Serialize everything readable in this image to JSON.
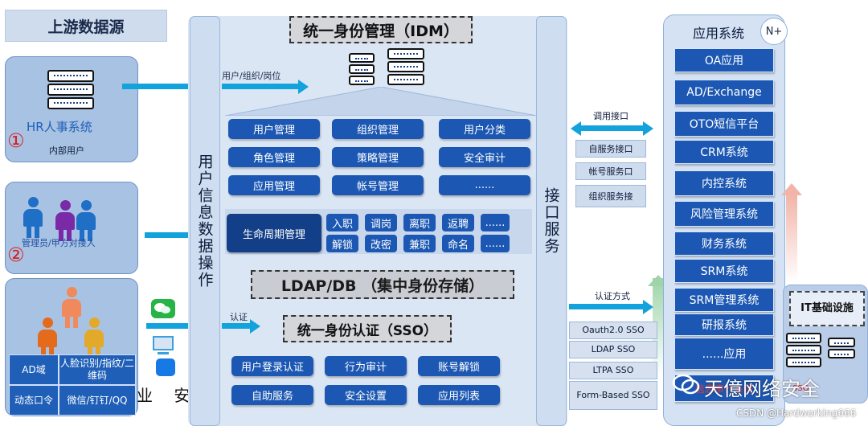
{
  "upstream": {
    "title": "上游数据源",
    "hr": {
      "label": "HR人事系统",
      "num": "①",
      "sub": "内部用户"
    },
    "admin": {
      "num": "②",
      "label": "管理员/甲方对接人"
    },
    "auth": {
      "cells": [
        {
          "text": "AD域"
        },
        {
          "text": "人脸识别/指纹/二维码"
        },
        {
          "text": "动态口令"
        },
        {
          "text": "微信/钉钉/QQ"
        }
      ]
    },
    "partial_text": "业 安 】具"
  },
  "center": {
    "left_bar": "用户信息数据操作",
    "right_bar": "接口服务",
    "idm_title": "统一身份管理（IDM）",
    "arrow_idm_label": "用户/组织/岗位",
    "modules": [
      "用户管理",
      "组织管理",
      "用户分类",
      "角色管理",
      "策略管理",
      "安全审计",
      "应用管理",
      "帐号管理",
      "......"
    ],
    "lifecycle": {
      "label": "生命周期管理",
      "items": [
        "入职",
        "调岗",
        "离职",
        "返聘",
        "......",
        "解锁",
        "改密",
        "兼职",
        "命名",
        "......"
      ]
    },
    "ldap_title": "LDAP/DB （集中身份存储）",
    "sso_arrow_label": "认证",
    "sso_title": "统一身份认证（SSO）",
    "sso_modules": [
      "用户登录认证",
      "行为审计",
      "账号解锁",
      "自助服务",
      "安全设置",
      "应用列表"
    ]
  },
  "interfaces": {
    "call_label": "调用接口",
    "items": [
      "自服务接口",
      "帐号服务口",
      "组织服务接"
    ],
    "auth_label": "认证方式",
    "protocols": [
      "Oauth2.0 SSO",
      "LDAP SSO",
      "LTPA SSO",
      "Form-Based SSO"
    ]
  },
  "apps": {
    "title": "应用系统",
    "badge": "N+",
    "items": [
      "OA应用",
      "AD/Exchange",
      "OTO短信平台",
      "CRM系统",
      "内控系统",
      "风险管理系统",
      "财务系统",
      "SRM系统",
      "SRM管理系统",
      "研报系统",
      "......应用"
    ],
    "cut_label": "信息审计系统"
  },
  "it": {
    "title": "IT基础设施",
    "red_label": "SSO"
  },
  "watermark": {
    "brand": "天億网络安全",
    "csdn": "CSDN @Hardworking666"
  },
  "colors": {
    "module_blue": "#1c58b3",
    "arrow": "#12a2dc",
    "panel": "#a8c2e3",
    "red_num": "#d82020"
  }
}
